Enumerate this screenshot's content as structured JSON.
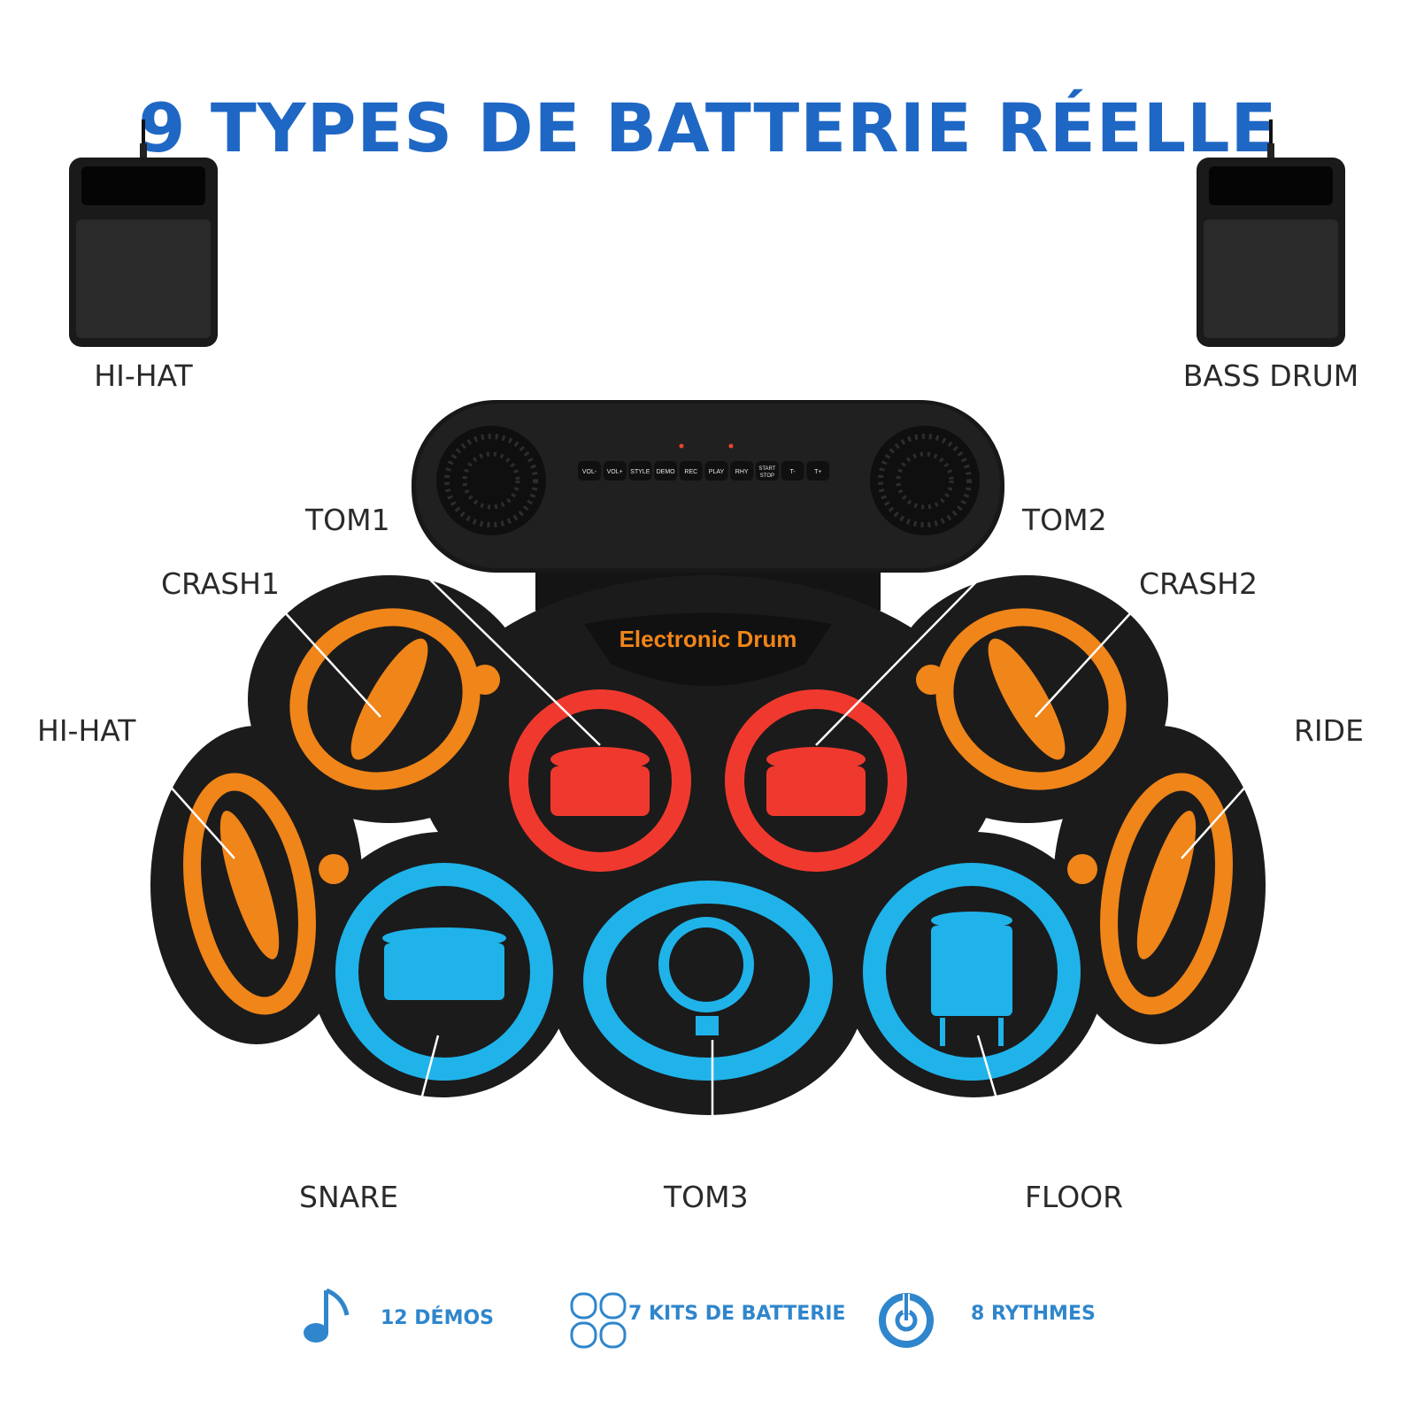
{
  "title": "9 TYPES DE BATTERIE RÉELLE",
  "colors": {
    "title": "#1f67c4",
    "orange": "#f08519",
    "red": "#f0392e",
    "cyan": "#1fb3ea",
    "pad_body": "#1b1b1b",
    "feature_blue": "#2f86cc"
  },
  "pedals": {
    "left_label": "HI-HAT",
    "right_label": "BASS DRUM"
  },
  "console": {
    "buttons": [
      "VOL-",
      "VOL+",
      "STYLE",
      "DEMO",
      "REC",
      "PLAY",
      "RHY",
      "START STOP",
      "T-",
      "T+"
    ]
  },
  "pad_brand": "Electronic Drum",
  "callouts": {
    "tom1": "TOM1",
    "tom2": "TOM2",
    "crash1": "CRASH1",
    "crash2": "CRASH2",
    "hihat": "HI-HAT",
    "ride": "RIDE",
    "snare": "SNARE",
    "tom3": "TOM3",
    "floor": "FLOOR"
  },
  "features": [
    {
      "icon": "music-note-icon",
      "label": "12 DÉMOS"
    },
    {
      "icon": "drum-kits-icon",
      "label": "7 KITS DE BATTERIE"
    },
    {
      "icon": "rhythm-icon",
      "label": "8 RYTHMES"
    }
  ]
}
